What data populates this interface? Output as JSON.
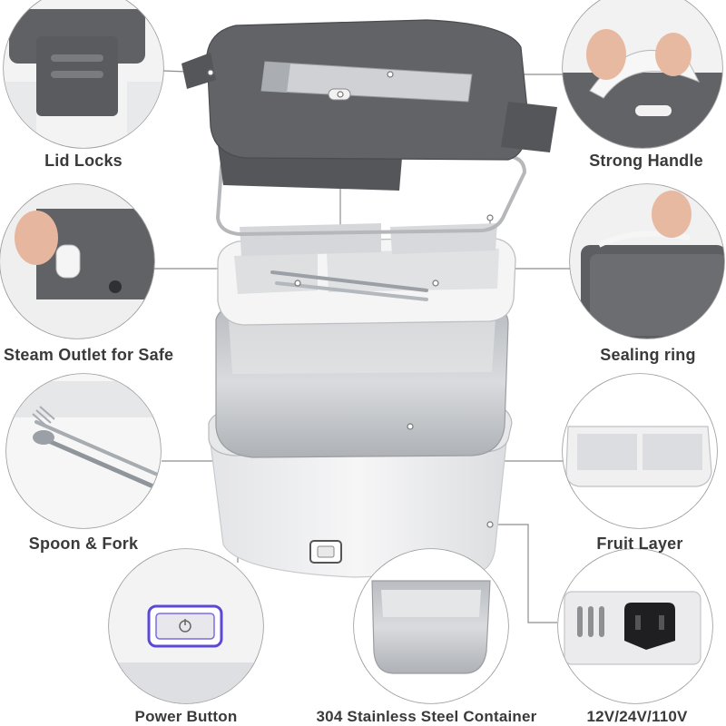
{
  "callouts": {
    "lid_locks": "Lid Locks",
    "strong_handle": "Strong Handle",
    "steam_outlet": "Steam Outlet for Safe",
    "sealing_ring": "Sealing ring",
    "spoon_fork": "Spoon & Fork",
    "fruit_layer": "Fruit Layer",
    "power_button": "Power Button",
    "steel_container": "304 Stainless Steel Container",
    "voltage": "12V/24V/110V"
  },
  "colors": {
    "lid": "#5f6063",
    "lid_dark": "#4a4b4e",
    "tray": "#f1f1f2",
    "steel": "#c9cbce",
    "base": "#eeeff1",
    "power_led": "#5b49d6"
  }
}
